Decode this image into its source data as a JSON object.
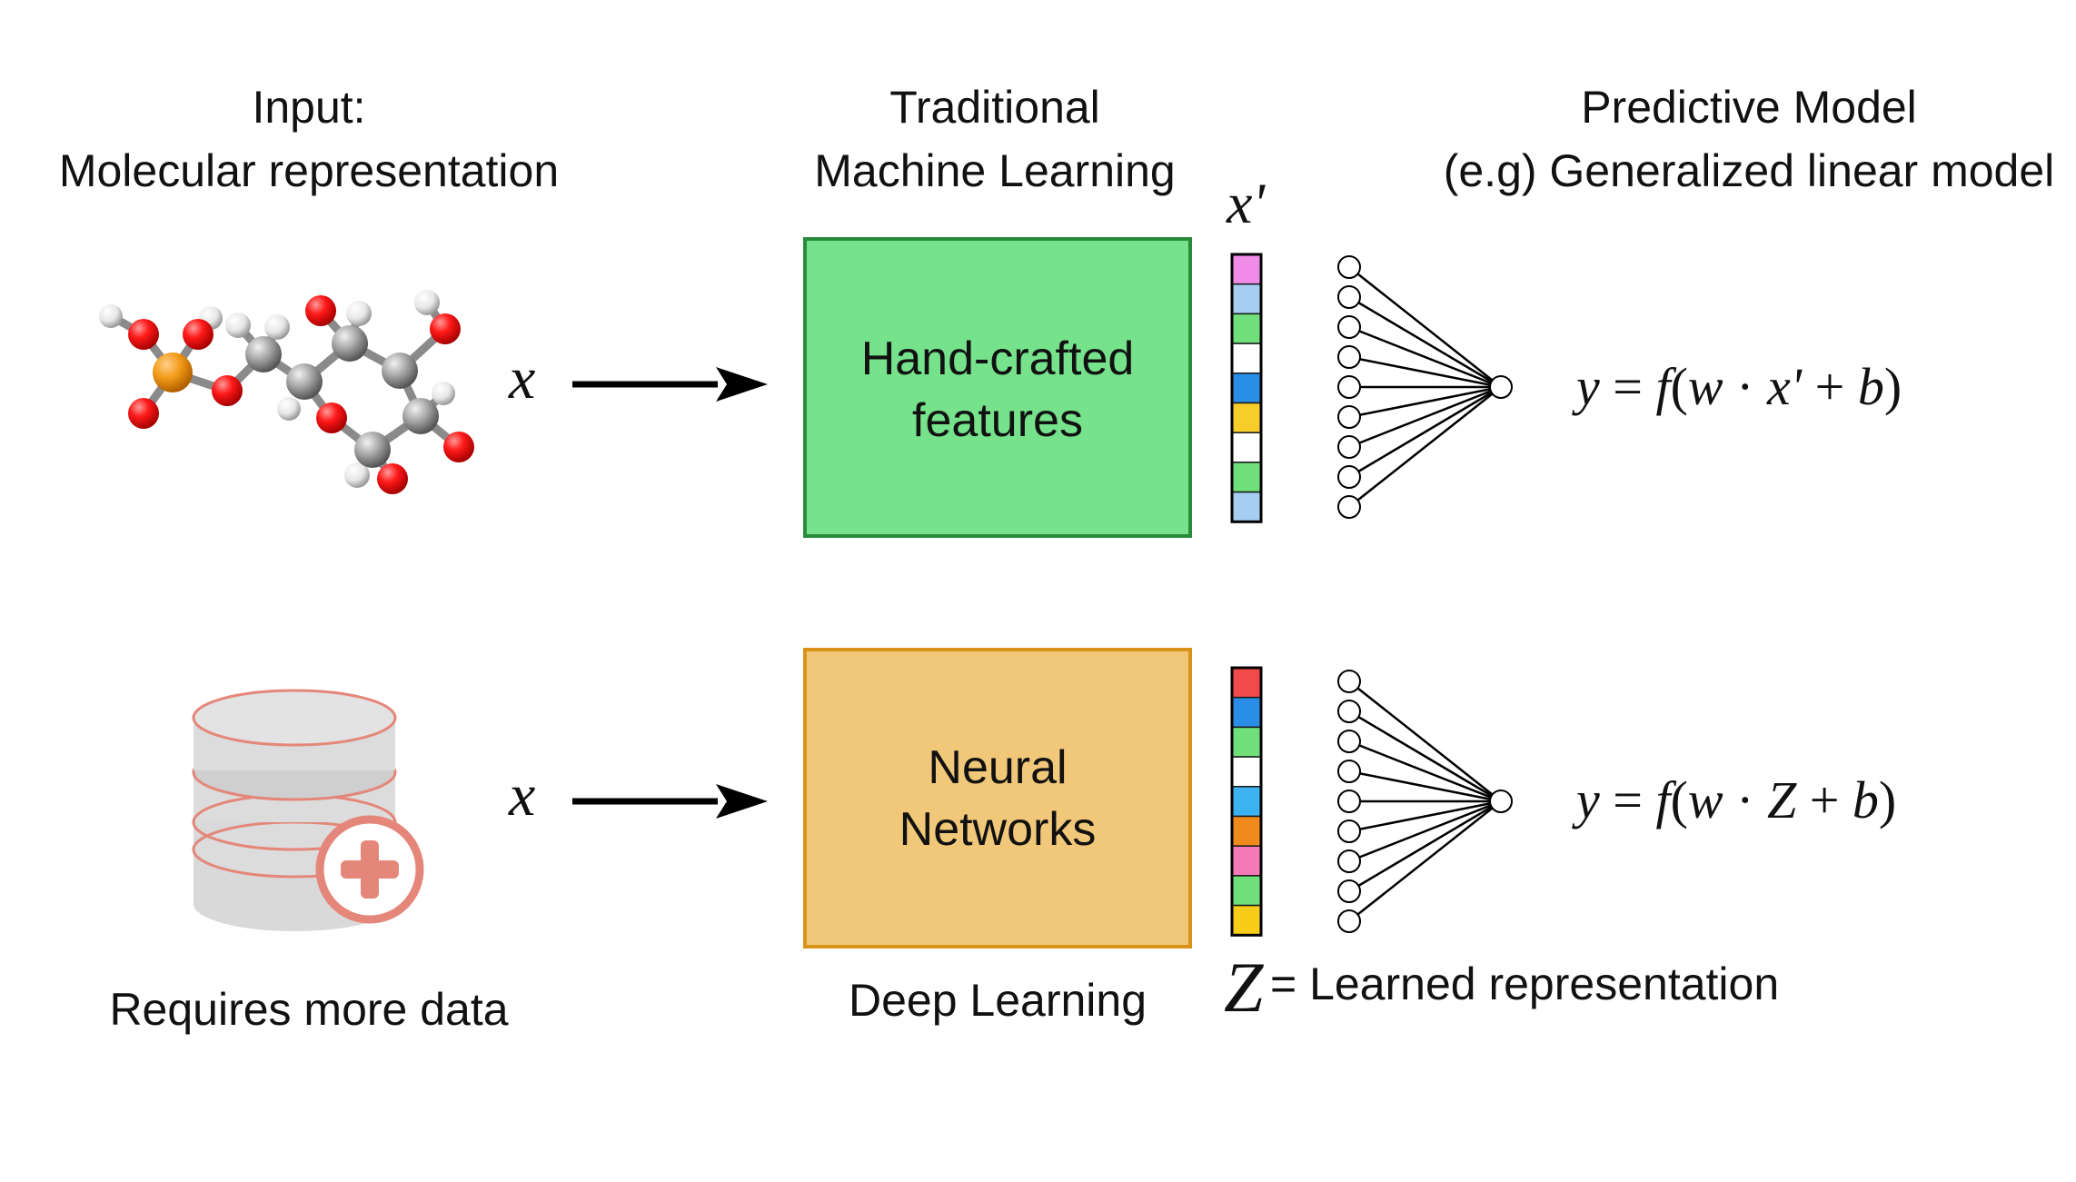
{
  "headings": {
    "input_line1": "Input:",
    "input_line2": "Molecular representation",
    "traditional_line1": "Traditional",
    "traditional_line2": "Machine Learning",
    "predictive_line1": "Predictive Model",
    "predictive_line2": "(e.g) Generalized linear model"
  },
  "top_row": {
    "input_symbol": "x",
    "box_line1": "Hand-crafted",
    "box_line2": "features",
    "box_fill": "#76e28b",
    "box_stroke": "#2a8a3c",
    "vector_label": "x'",
    "vector_colors": [
      "#f08ce8",
      "#a6cef0",
      "#6fe07a",
      "#ffffff",
      "#2a8ee8",
      "#f7cd2a",
      "#ffffff",
      "#6fe07a",
      "#a6cef0"
    ],
    "equation": {
      "lhs": "y",
      "eq": " = ",
      "f": "f",
      "open": "(",
      "w": "w",
      "dot": " · ",
      "var": "x'",
      "plus": " + ",
      "b": "b",
      "close": ")"
    }
  },
  "bottom_row": {
    "input_icon": "database-add-icon",
    "input_caption": "Requires more data",
    "input_symbol": "x",
    "box_line1": "Neural",
    "box_line2": "Networks",
    "box_fill": "#f1c87a",
    "box_stroke": "#d9931a",
    "box_caption": "Deep Learning",
    "vector_colors": [
      "#f24a4a",
      "#2a8ee8",
      "#6fe07a",
      "#ffffff",
      "#3db2f0",
      "#f08a1c",
      "#f47ab8",
      "#6fe07a",
      "#f7cd1a"
    ],
    "vector_symbol": "Z",
    "vector_caption": "= Learned representation",
    "equation": {
      "lhs": "y",
      "eq": " = ",
      "f": "f",
      "open": "(",
      "w": "w",
      "dot": " · ",
      "var": "Z",
      "plus": " + ",
      "b": "b",
      "close": ")"
    }
  },
  "icons": {
    "molecule": "molecule-icon",
    "arrow": "right-arrow-icon",
    "network": "neural-network-icon"
  }
}
